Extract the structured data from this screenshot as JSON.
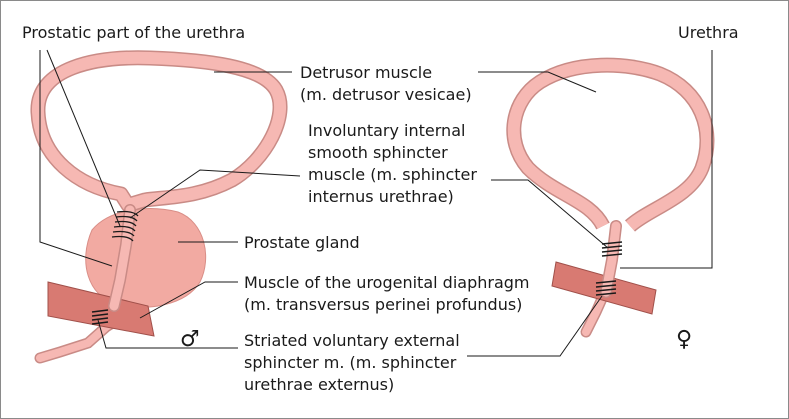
{
  "labels": {
    "prostatic_urethra": "Prostatic part of the urethra",
    "urethra": "Urethra",
    "detrusor_line1": "Detrusor muscle",
    "detrusor_line2": "(m. detrusor vesicae)",
    "internal_line1": "Involuntary internal",
    "internal_line2": "smooth sphincter",
    "internal_line3": "muscle (m. sphincter",
    "internal_line4": "internus urethrae)",
    "prostate": "Prostate gland",
    "diaphragm_line1": "Muscle of the urogenital diaphragm",
    "diaphragm_line2": "(m. transversus perinei profundus)",
    "external_line1": "Striated voluntary external",
    "external_line2": "sphincter m. (m. sphincter",
    "external_line3": "urethrae externus)"
  },
  "symbols": {
    "male": "♂",
    "female": "♀"
  },
  "colors": {
    "bladder_wall": "#f6b8b3",
    "bladder_outline": "#c98b86",
    "prostate_fill": "#f2aaa2",
    "diaphragm_fill": "#d87a72",
    "diaphragm_outline": "#a0504a",
    "sphincter_band": "#1a1a1a"
  }
}
